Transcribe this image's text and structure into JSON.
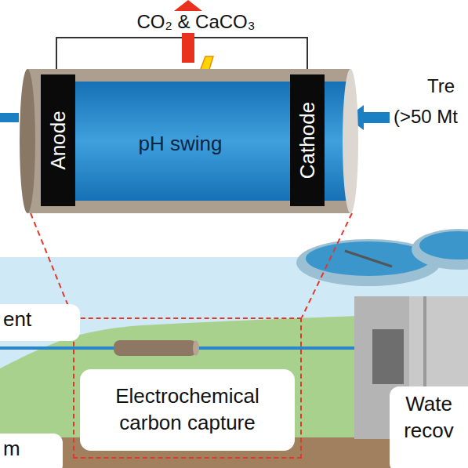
{
  "diagram": {
    "nodes": [
      {
        "text": [
          "pH swing"
        ]
      },
      {
        "text": [
          "Anode"
        ],
        "in": 0
      },
      {
        "text": [
          "Cathode"
        ],
        "in": 0
      },
      {
        "text": [
          "Electrochemical carbon capture"
        ]
      },
      {
        "text": [
          "ent"
        ]
      },
      {
        "text": [
          "m"
        ]
      },
      {
        "text": [
          "Wate recov"
        ]
      }
    ],
    "edges": [
      {
        "from": 0,
        "to": 3,
        "arrow": "none"
      },
      {
        "from": 0,
        "to": 3,
        "arrow": "none"
      }
    ],
    "labels": [
      "CO₂ & CaCO₃",
      "Tre",
      "(>50 Mt"
    ]
  }
}
